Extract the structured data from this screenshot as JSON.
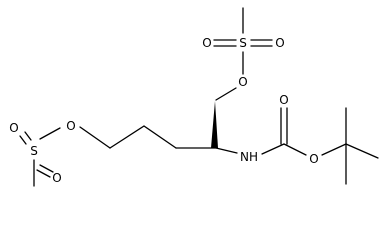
{
  "diagram": {
    "atoms": {
      "o_top_left": "O",
      "s_top": "S",
      "o_top_right": "O",
      "o_ester_top": "O",
      "o_carbonyl": "O",
      "o_carbamate": "O",
      "n_amine": "NH",
      "o_left_1": "O",
      "s_left": "S",
      "o_left_2": "O",
      "o_ester_left": "O"
    }
  }
}
